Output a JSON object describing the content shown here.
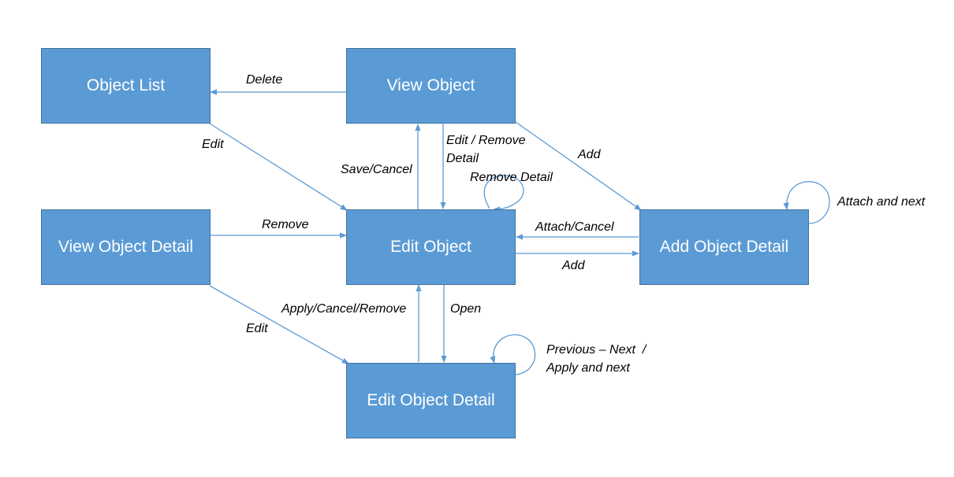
{
  "nodes": {
    "object_list": "Object List",
    "view_object": "View Object",
    "edit_object": "Edit Object",
    "view_object_detail": "View Object Detail",
    "add_object_detail": "Add Object Detail",
    "edit_object_detail": "Edit Object Detail"
  },
  "edges": {
    "delete": "Delete",
    "edit_from_list": "Edit",
    "save_cancel": "Save/Cancel",
    "edit_remove_detail_1": "Edit / Remove",
    "edit_remove_detail_2": "Detail",
    "add_from_view": "Add",
    "remove_detail_loop": "Remove Detail",
    "attach_and_next": "Attach and next",
    "remove": "Remove",
    "attach_cancel": "Attach/Cancel",
    "add_from_edit": "Add",
    "apply_cancel_remove": "Apply/Cancel/Remove",
    "open": "Open",
    "edit_from_view_detail": "Edit",
    "previous_next_1": "Previous – Next  /",
    "previous_next_2": "Apply and next"
  },
  "colors": {
    "node_fill": "#5b9bd5",
    "node_border": "#41719c",
    "connector": "#5b9bd5",
    "node_text": "#ffffff"
  }
}
